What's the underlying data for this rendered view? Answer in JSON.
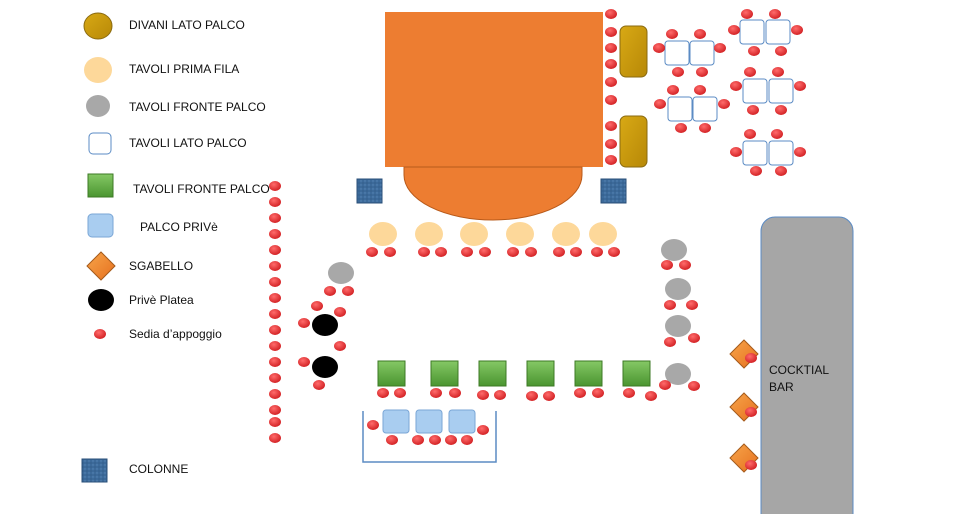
{
  "legend": {
    "divani_lato_palco": "DIVANI LATO PALCO",
    "tavoli_prima_fila": "TAVOLI PRIMA FILA",
    "tavoli_fronte_palco_grey": "TAVOLI FRONTE PALCO",
    "tavoli_lato_palco": "TAVOLI LATO PALCO",
    "tavoli_fronte_palco_green": "TAVOLI FRONTE PALCO",
    "palco_prive": "PALCO PRIVè",
    "sgabello": "SGABELLO",
    "prive_platea": "Privè Platea",
    "sedia_appoggio": "Sedia d’appoggio",
    "colonne": "COLONNE"
  },
  "bar": {
    "line1": "COCKTIAL",
    "line2": "BAR"
  },
  "colors": {
    "stage": "#ed7d31",
    "sofa": "#c99b0b",
    "first_row": "#fdd89a",
    "grey_table": "#a8a8a8",
    "green_table": "#6ab04c",
    "prive_palco": "#a9cdf0",
    "chair": "#e8282b",
    "column": "#3c6a9a",
    "bar": "#a6a6a6",
    "stool": "#f28c28"
  }
}
